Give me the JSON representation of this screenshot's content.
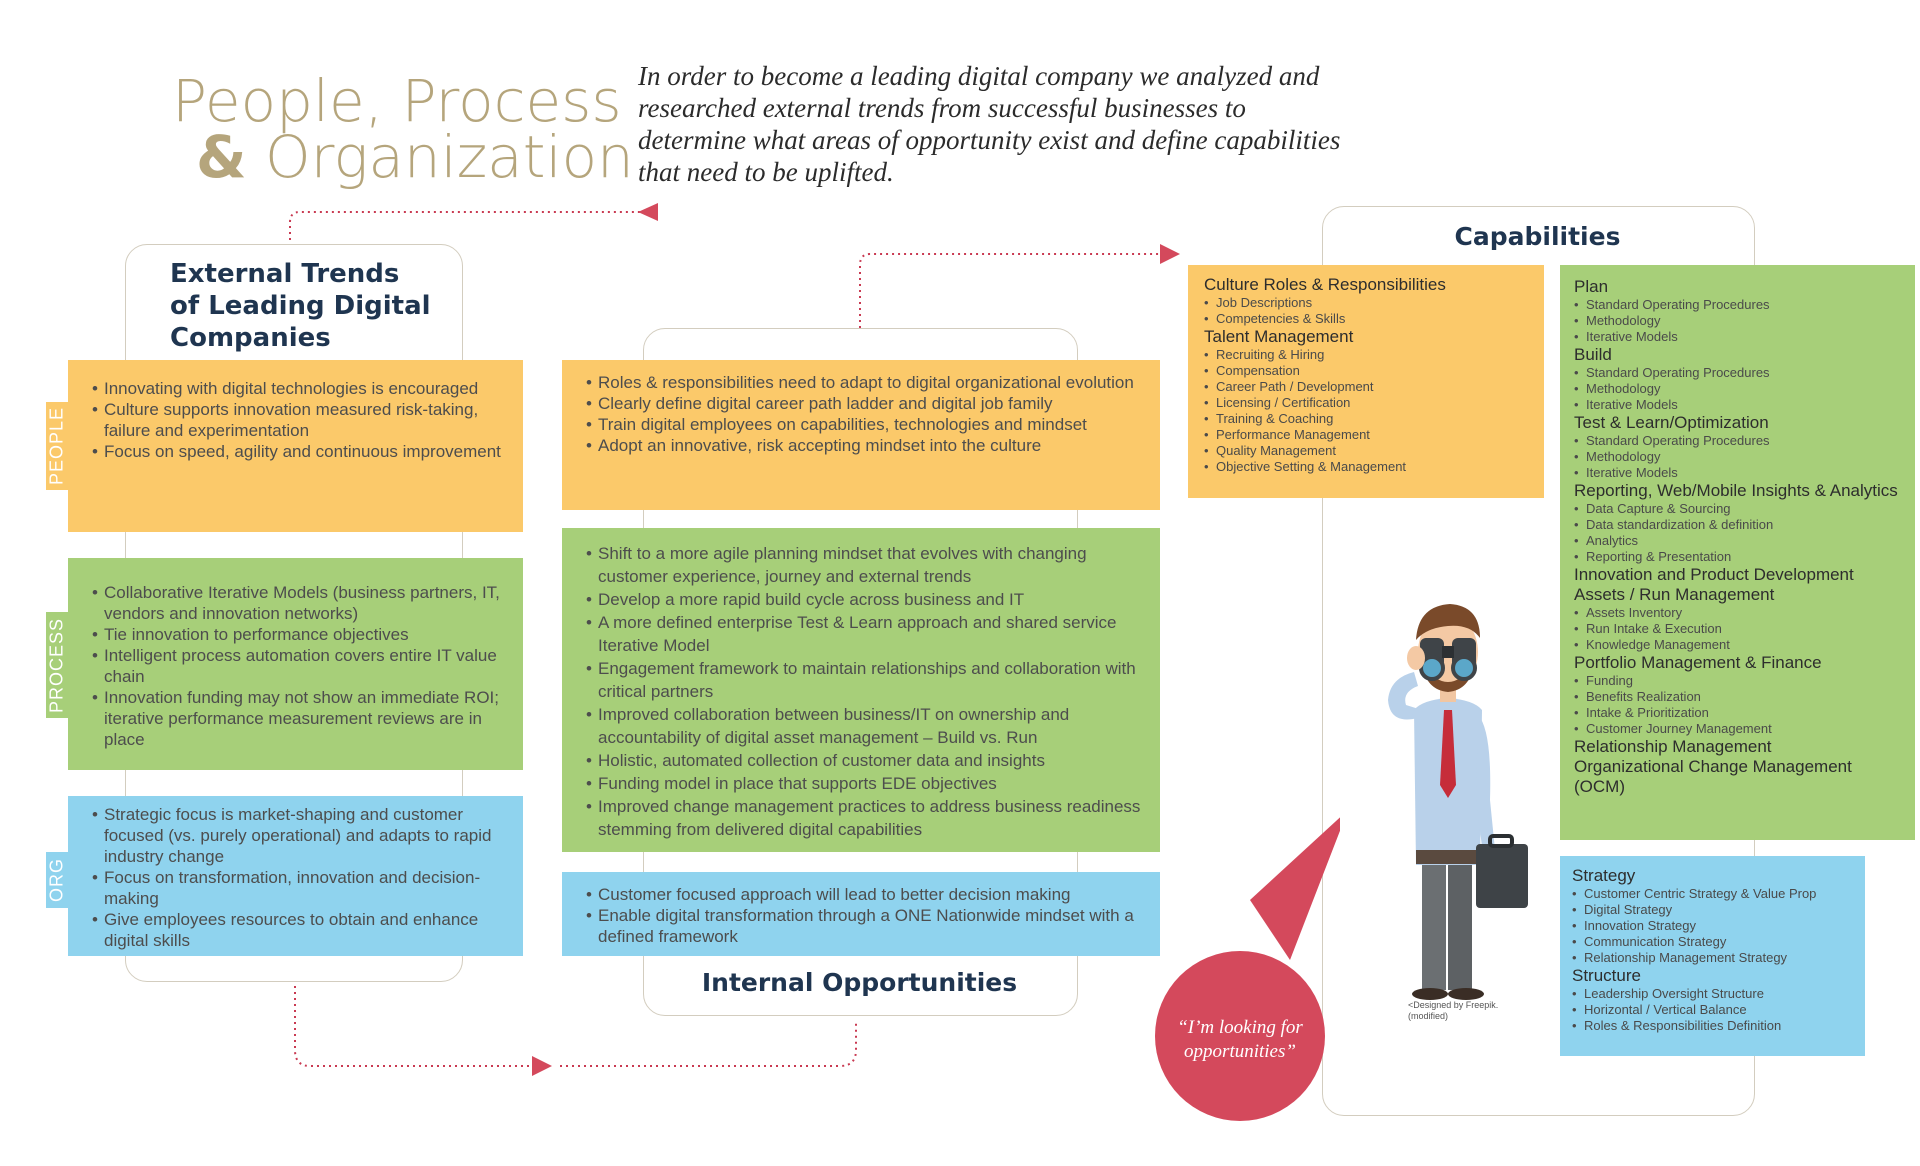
{
  "title": {
    "line1": "People, Process",
    "amp": "&",
    "line2": "Organization"
  },
  "intro": "In order to become a leading digital company we analyzed and researched external trends from successful businesses to determine what areas of opportunity exist and define capabilities that need to be uplifted.",
  "external": {
    "heading_lines": [
      "External Trends",
      "of Leading Digital",
      "Companies"
    ],
    "people_tag": "PEOPLE",
    "process_tag": "PROCESS",
    "org_tag": "ORG",
    "people": [
      "Innovating with digital technologies is encouraged",
      "Culture supports innovation measured risk-taking, failure and experimentation",
      "Focus on speed, agility and continuous improvement"
    ],
    "process": [
      "Collaborative Iterative Models (business partners, IT, vendors and innovation networks)",
      "Tie innovation to performance objectives",
      "Intelligent process automation covers entire IT value chain",
      "Innovation funding may not show an immediate ROI; iterative performance measurement reviews are in place"
    ],
    "org": [
      "Strategic focus is market-shaping and customer focused (vs. purely operational) and adapts to rapid industry change",
      "Focus on transformation, innovation and decision-making",
      "Give employees resources to obtain and enhance digital skills"
    ]
  },
  "internal": {
    "heading": "Internal Opportunities",
    "people": [
      "Roles & responsibilities need to adapt to digital organizational evolution",
      "Clearly define digital career path ladder and digital job family",
      "Train digital employees on capabilities, technologies and mindset",
      "Adopt an innovative, risk accepting mindset into the culture"
    ],
    "process": [
      "Shift to a more agile planning mindset that evolves with changing customer experience, journey and external trends",
      "Develop a more rapid build cycle across business and IT",
      "A more defined enterprise Test & Learn approach and shared service Iterative Model",
      "Engagement framework to maintain relationships and collaboration with critical partners",
      "Improved collaboration between business/IT on ownership and accountability of digital asset management – Build vs. Run",
      "Holistic, automated collection of customer data and insights",
      "Funding model in place that supports EDE objectives",
      "Improved change management practices to address business readiness stemming from delivered digital capabilities"
    ],
    "org": [
      "Customer focused approach will lead to better decision making",
      "Enable digital transformation through a ONE Nationwide mindset with a defined framework"
    ]
  },
  "capabilities": {
    "heading": "Capabilities",
    "people": [
      {
        "title": "Culture Roles & Responsibilities",
        "items": [
          "Job Descriptions",
          "Competencies & Skills"
        ]
      },
      {
        "title": "Talent Management",
        "items": [
          "Recruiting & Hiring",
          "Compensation",
          "Career Path / Development",
          "Licensing / Certification",
          "Training & Coaching",
          "Performance Management",
          "Quality Management",
          "Objective Setting & Management"
        ]
      }
    ],
    "process": [
      {
        "title": "Plan",
        "items": [
          "Standard Operating Procedures",
          "Methodology",
          "Iterative Models"
        ]
      },
      {
        "title": "Build",
        "items": [
          "Standard Operating Procedures",
          "Methodology",
          "Iterative Models"
        ]
      },
      {
        "title": "Test & Learn/Optimization",
        "items": [
          "Standard Operating Procedures",
          "Methodology",
          "Iterative Models"
        ]
      },
      {
        "title": "Reporting, Web/Mobile Insights & Analytics",
        "items": [
          "Data Capture & Sourcing",
          "Data standardization & definition",
          "Analytics",
          "Reporting & Presentation"
        ]
      },
      {
        "title": "Innovation and Product Development",
        "items": []
      },
      {
        "title": "Assets / Run Management",
        "items": [
          "Assets Inventory",
          "Run Intake & Execution",
          "Knowledge Management"
        ]
      },
      {
        "title": "Portfolio Management & Finance",
        "items": [
          "Funding",
          "Benefits Realization",
          "Intake & Prioritization",
          "Customer Journey Management"
        ]
      },
      {
        "title": "Relationship Management",
        "items": []
      },
      {
        "title": "Organizational Change Management (OCM)",
        "items": []
      }
    ],
    "org": [
      {
        "title": "Strategy",
        "items": [
          "Customer Centric Strategy & Value Prop",
          "Digital Strategy",
          "Innovation Strategy",
          "Communication Strategy",
          "Relationship Management Strategy"
        ]
      },
      {
        "title": "Structure",
        "items": [
          "Leadership Oversight Structure",
          "Horizontal / Vertical Balance",
          "Roles & Responsibilities Definition"
        ]
      }
    ]
  },
  "bubble": "“I’m looking for opportunities”",
  "credit_lines": [
    "<Designed by Freepik.",
    "(modified)"
  ],
  "colors": {
    "yellow": "#fbc96a",
    "green": "#a7cf79",
    "blue": "#8fd3ee",
    "accent": "#d4495c",
    "title": "#b5a57c"
  }
}
